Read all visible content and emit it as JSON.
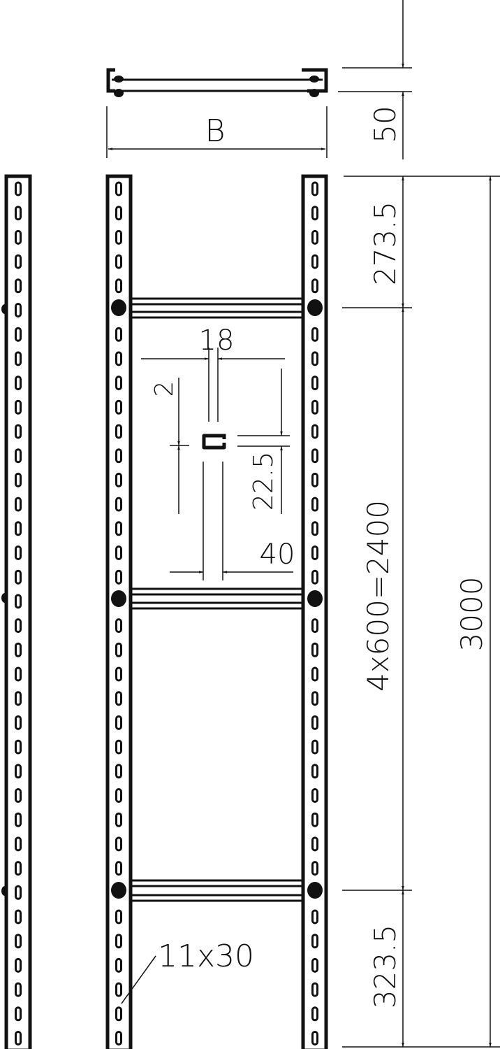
{
  "drawing": {
    "title": "Cable ladder drawing",
    "colors": {
      "line": "#111111",
      "background": "#ffffff"
    },
    "dimensions": {
      "width_label": "B",
      "height_label": "50",
      "top_offset": "273.5",
      "rung_spacing": "4x600=2400",
      "bottom_offset": "323.5",
      "total_length": "3000",
      "rung_profile_width": "18",
      "rung_wall": "2",
      "rung_height": "22.5",
      "rung_width": "40",
      "slot_size": "11x30"
    }
  }
}
